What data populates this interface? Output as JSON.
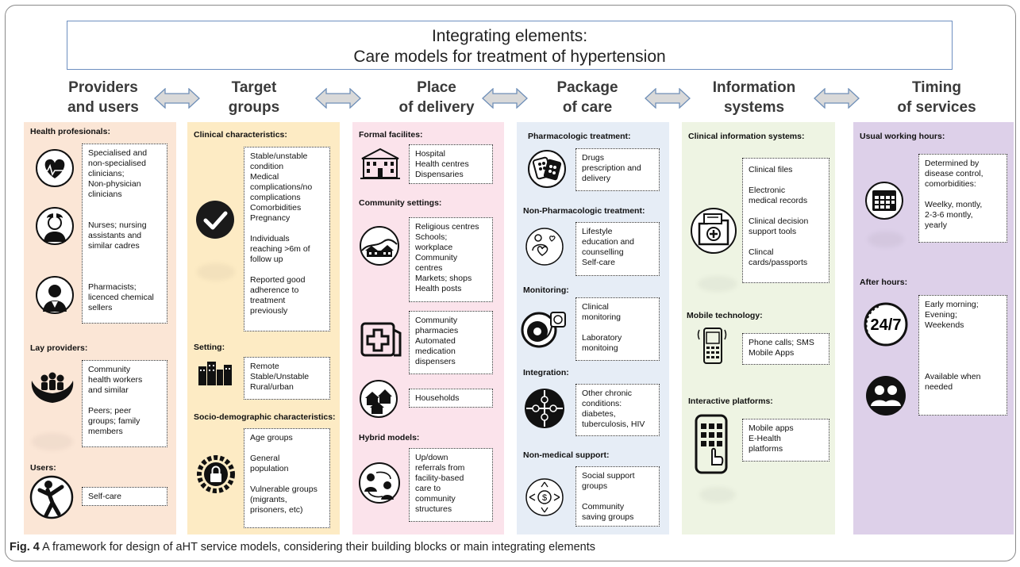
{
  "header": {
    "line1": "Integrating elements:",
    "line2": "Care models for treatment of hypertension"
  },
  "columns": [
    {
      "title1": "Providers",
      "title2": "and users",
      "color": "#fbe6d6"
    },
    {
      "title1": "Target",
      "title2": "groups",
      "color": "#fdebc4"
    },
    {
      "title1": "Place",
      "title2": "of delivery",
      "color": "#fbe3eb"
    },
    {
      "title1": "Package",
      "title2": "of care",
      "color": "#e6edf6"
    },
    {
      "title1": "Information",
      "title2": "systems",
      "color": "#eef4e3"
    },
    {
      "title1": "Timing",
      "title2": "of services",
      "color": "#ddd0e9"
    }
  ],
  "providers": {
    "health_prof": "Health profesionals:",
    "box1": [
      "Specialised and",
      "non-specialised",
      "clinicians;",
      "Non-physician",
      "clinicians",
      "",
      "",
      "Nurses; nursing",
      "assistants and",
      "similar cadres",
      "",
      "",
      "",
      "Pharmacists;",
      "licenced chemical",
      "sellers"
    ],
    "lay": "Lay providers:",
    "box2": [
      "Community",
      "health workers",
      "and similar",
      "",
      "Peers; peer",
      "groups; family",
      "members"
    ],
    "users": "Users:",
    "box3": [
      "Self-care"
    ]
  },
  "target": {
    "clinical": "Clinical characteristics:",
    "box1": [
      "Stable/unstable",
      "condition",
      "Medical",
      "complications/no",
      "complications",
      "Comorbidities",
      "Pregnancy",
      "",
      "Individuals",
      "reaching >6m of",
      "follow up",
      "",
      "Reported good",
      "adherence to",
      "treatment",
      "previously"
    ],
    "setting": "Setting:",
    "box2": [
      "Remote",
      "Stable/Unstable",
      "Rural/urban"
    ],
    "socio": "Socio-demographic characteristics:",
    "box3": [
      "Age groups",
      "",
      "General",
      "population",
      "",
      "Vulnerable groups",
      "(migrants,",
      "prisoners, etc)"
    ]
  },
  "place": {
    "formal": "Formal facilites:",
    "box1": [
      "Hospital",
      "Health centres",
      "Dispensaries"
    ],
    "community": "Community settings:",
    "box2": [
      "Religious centres",
      "Schools;",
      "workplace",
      "Community",
      "centres",
      "Markets; shops",
      "Health posts"
    ],
    "box3": [
      "Community",
      "pharmacies",
      "Automated",
      "medication",
      "dispensers"
    ],
    "box4": [
      "Households"
    ],
    "hybrid": "Hybrid models:",
    "box5": [
      "Up/down",
      "referrals from",
      "facility-based",
      "care to",
      "community",
      "structures"
    ]
  },
  "package": {
    "pharma": "Pharmacologic treatment:",
    "box1": [
      "Drugs",
      "prescription and",
      "delivery"
    ],
    "nonpharma": "Non-Pharmacologic treatment:",
    "box2": [
      "Lifestyle",
      "education and",
      "counselling",
      "Self-care"
    ],
    "monitoring": "Monitoring:",
    "box3": [
      "Clinical",
      "monitoring",
      "",
      "Laboratory",
      "monitoing"
    ],
    "integration": "Integration:",
    "box4": [
      "Other chronic",
      "conditions:",
      "diabetes,",
      "tuberculosis, HIV"
    ],
    "nonmedical": "Non-medical support:",
    "box5": [
      "Social support",
      "groups",
      "",
      "Community",
      "saving groups"
    ]
  },
  "info": {
    "clinical": "Clinical information systems:",
    "box1": [
      "Clinical files",
      "",
      "Electronic",
      "medical records",
      "",
      "Clinical decision",
      "support tools",
      "",
      "Clincal",
      "cards/passports"
    ],
    "mobile": "Mobile technology:",
    "box2": [
      "Phone calls; SMS",
      "Mobile Apps"
    ],
    "interactive": "Interactive platforms:",
    "box3": [
      "Mobile apps",
      "E-Health",
      "platforms"
    ]
  },
  "timing": {
    "usual": "Usual working hours:",
    "box1": [
      "Determined by",
      "disease control,",
      "comorbidities:",
      "",
      "Weelky, montly,",
      "2-3-6 montly,",
      "yearly"
    ],
    "after": "After hours:",
    "box2": [
      "Early morning;",
      "Evening;",
      "Weekends",
      "",
      "",
      "",
      "",
      "Available when",
      "needed"
    ],
    "clock_label": "24/7"
  },
  "caption": {
    "label": "Fig. 4",
    "text": "A framework for design of aHT service models, considering their building blocks or main integrating elements"
  }
}
